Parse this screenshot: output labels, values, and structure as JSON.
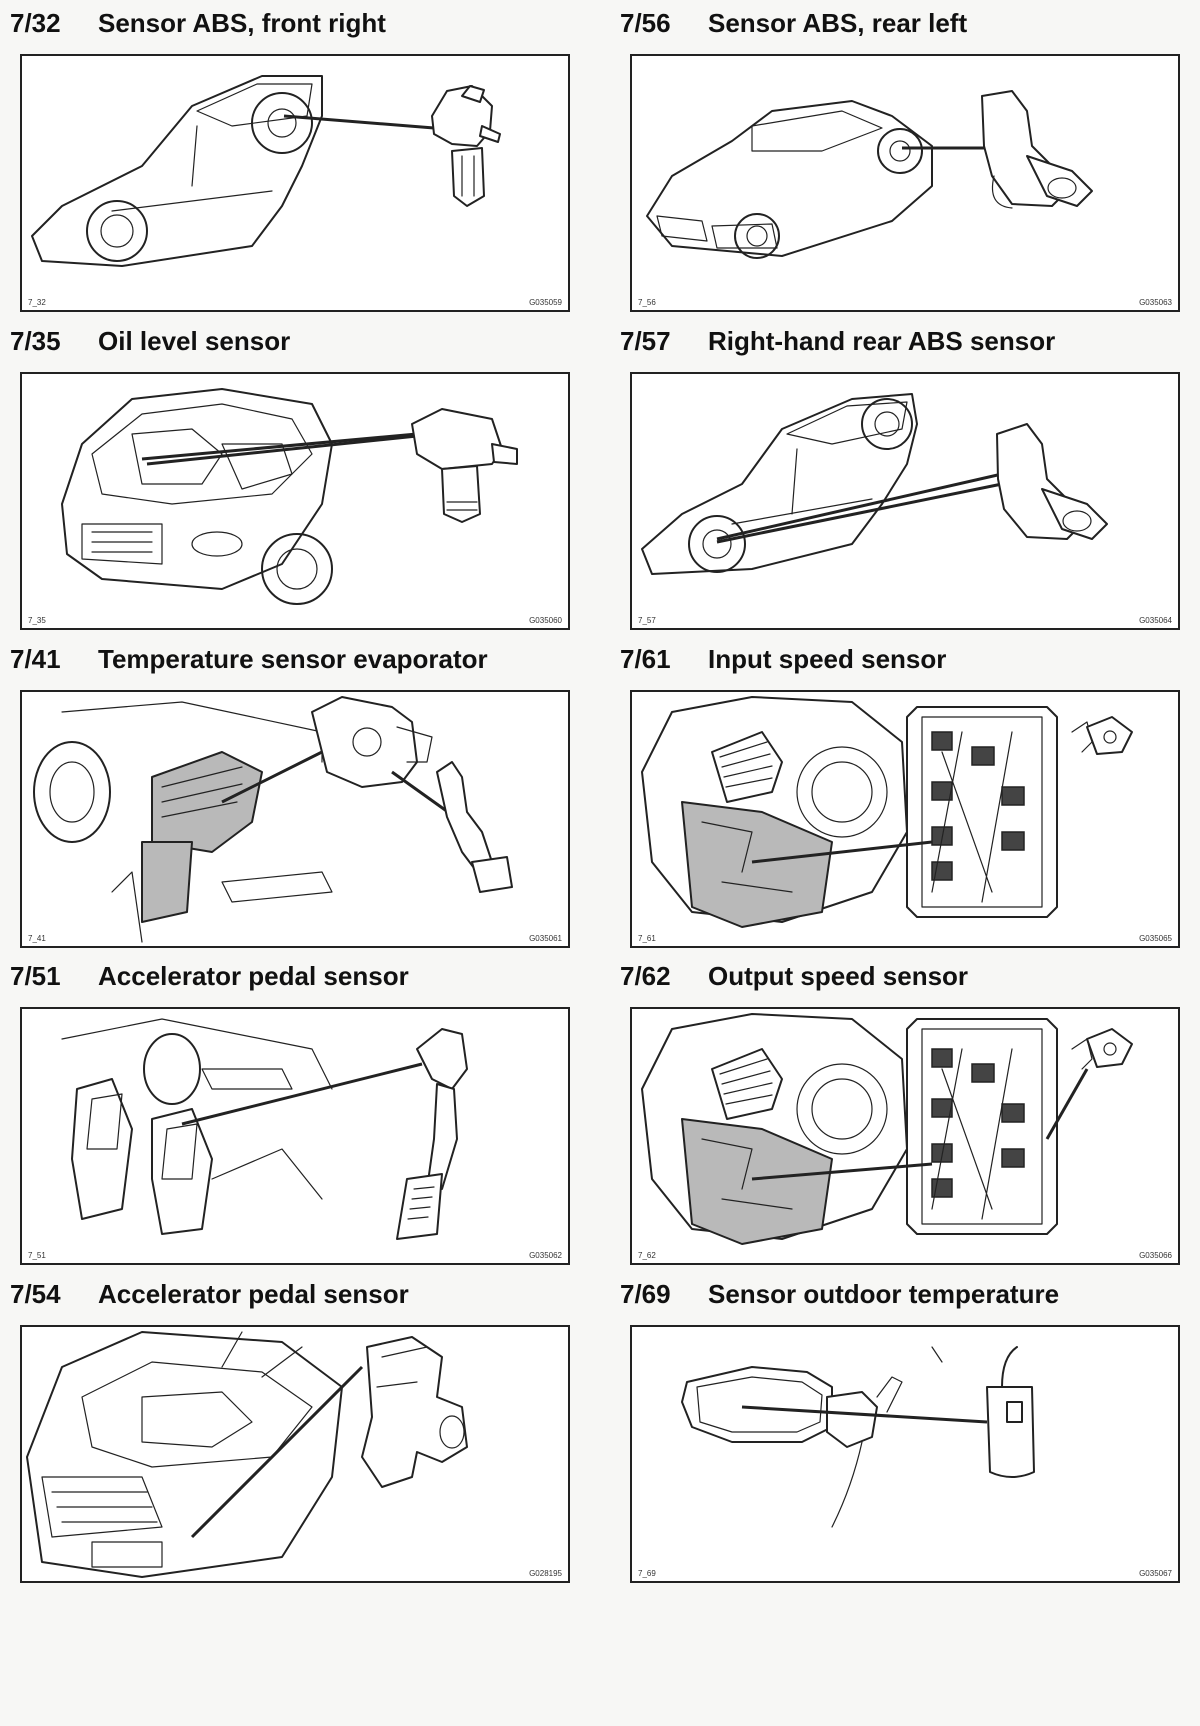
{
  "entries": [
    {
      "code": "7/32",
      "title": "Sensor ABS, front right",
      "fig_id": "7_32",
      "fig_ref": "G035059"
    },
    {
      "code": "7/56",
      "title": "Sensor ABS, rear left",
      "fig_id": "7_56",
      "fig_ref": "G035063"
    },
    {
      "code": "7/35",
      "title": "Oil level sensor",
      "fig_id": "7_35",
      "fig_ref": "G035060"
    },
    {
      "code": "7/57",
      "title": "Right-hand rear ABS sensor",
      "fig_id": "7_57",
      "fig_ref": "G035064"
    },
    {
      "code": "7/41",
      "title": "Temperature sensor evaporator",
      "fig_id": "7_41",
      "fig_ref": "G035061"
    },
    {
      "code": "7/61",
      "title": "Input speed sensor",
      "fig_id": "7_61",
      "fig_ref": "G035065"
    },
    {
      "code": "7/51",
      "title": "Accelerator pedal sensor",
      "fig_id": "7_51",
      "fig_ref": "G035062"
    },
    {
      "code": "7/62",
      "title": "Output speed sensor",
      "fig_id": "7_62",
      "fig_ref": "G035066"
    },
    {
      "code": "7/54",
      "title": "Accelerator pedal sensor",
      "fig_id": "",
      "fig_ref": "G028195"
    },
    {
      "code": "7/69",
      "title": "Sensor outdoor temperature",
      "fig_id": "7_69",
      "fig_ref": "G035067"
    }
  ]
}
